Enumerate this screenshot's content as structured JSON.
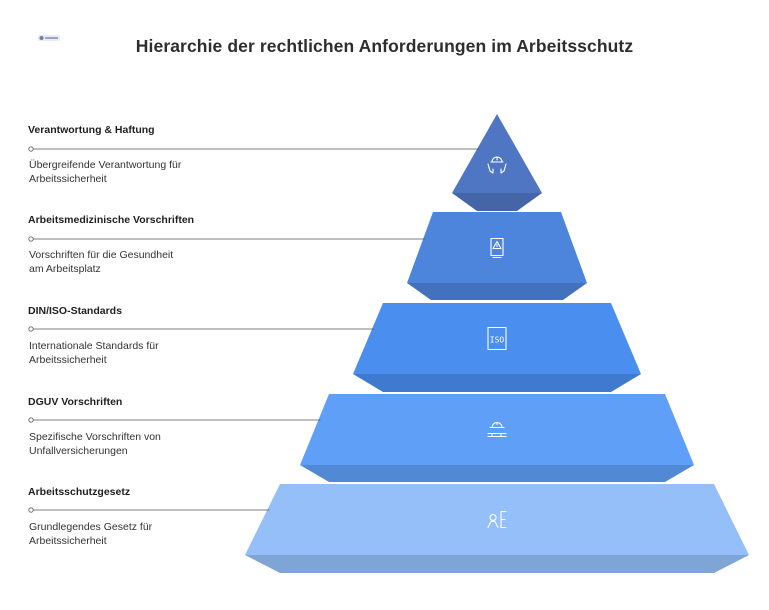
{
  "title": "Hierarchie der rechtlichen Anforderungen im Arbeitsschutz",
  "logo": {
    "text": "Napkin"
  },
  "levels": [
    {
      "name": "Verantwortung & Haftung",
      "desc_lines": [
        "Übergreifende Verantwortung für",
        "Arbeitssicherheit"
      ],
      "icon": "helmet-hands-icon",
      "color": "#4f76c2"
    },
    {
      "name": "Arbeitsmedizinische Vorschriften",
      "desc_lines": [
        "Vorschriften für die Gesundheit",
        "am Arbeitsplatz"
      ],
      "icon": "warning-document-icon",
      "color": "#4d84dc"
    },
    {
      "name": "DIN/ISO-Standards",
      "desc_lines": [
        "Internationale Standards für",
        "Arbeitssicherheit"
      ],
      "icon": "iso-certificate-icon",
      "color": "#4a8ef0"
    },
    {
      "name": "DGUV Vorschriften",
      "desc_lines": [
        "Spezifische Vorschriften von",
        "Unfallversicherungen"
      ],
      "icon": "hardhat-tools-icon",
      "color": "#5f9ff8"
    },
    {
      "name": "Arbeitsschutzgesetz",
      "desc_lines": [
        "Grundlegendes Gesetz für",
        "Arbeitssicherheit"
      ],
      "icon": "worker-law-icon",
      "color": "#94bff9"
    }
  ]
}
